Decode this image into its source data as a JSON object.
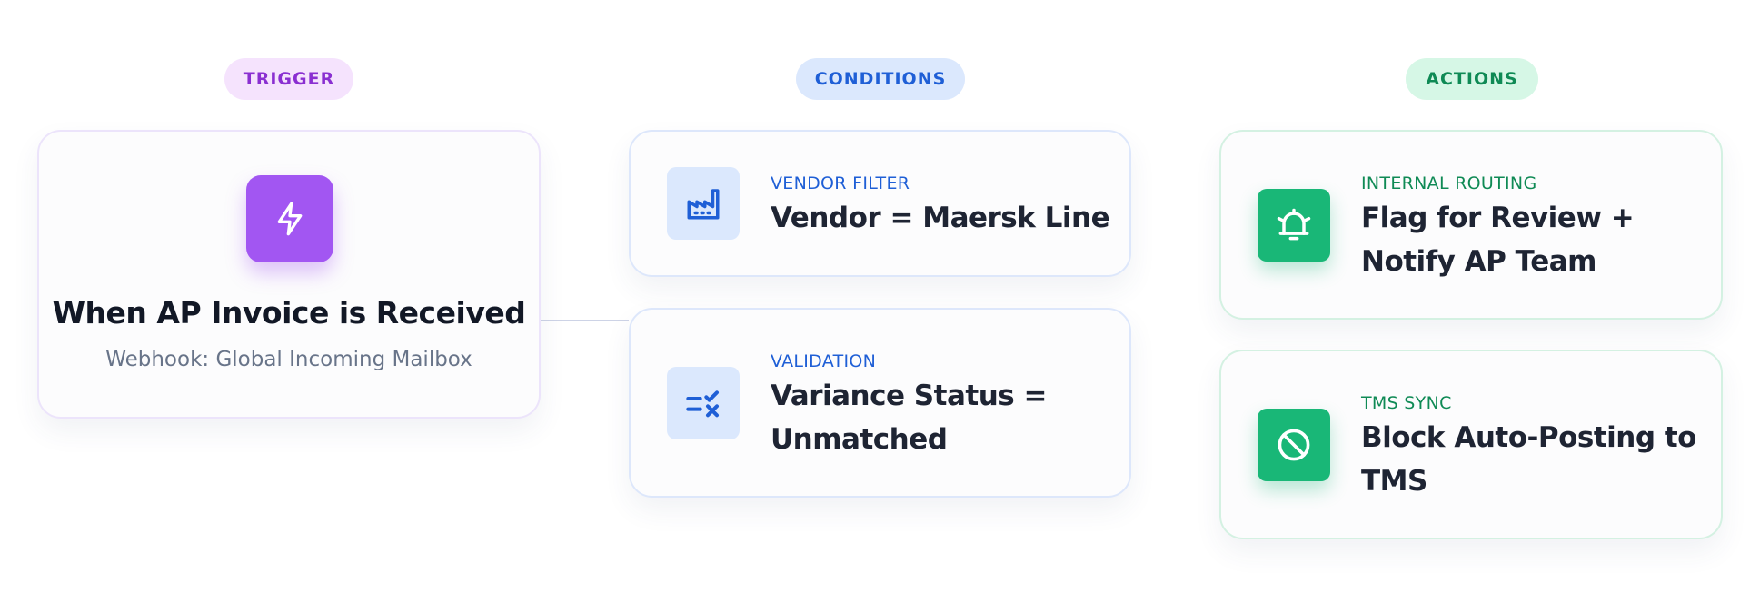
{
  "columns": {
    "trigger": {
      "label": "TRIGGER",
      "color": "#8a2fd1"
    },
    "conditions": {
      "label": "CONDITIONS",
      "color": "#1f5fd6"
    },
    "actions": {
      "label": "ACTIONS",
      "color": "#0f8a55"
    }
  },
  "trigger_card": {
    "icon": "lightning-bolt-icon",
    "title": "When AP Invoice is Received",
    "subtitle": "Webhook: Global Incoming Mailbox",
    "accent": "#a256f2"
  },
  "conditions": [
    {
      "icon": "factory-icon",
      "eyebrow": "VENDOR FILTER",
      "title": "Vendor = Maersk Line"
    },
    {
      "icon": "checklist-icon",
      "eyebrow": "VALIDATION",
      "title": "Variance Status = Unmatched"
    }
  ],
  "actions": [
    {
      "icon": "bell-alert-icon",
      "eyebrow": "INTERNAL ROUTING",
      "title": "Flag for Review + Notify AP Team"
    },
    {
      "icon": "block-icon",
      "eyebrow": "TMS SYNC",
      "title": "Block Auto-Posting to TMS"
    }
  ],
  "colors": {
    "action_green": "#19b777",
    "condition_blue": "#dbe8fd"
  }
}
